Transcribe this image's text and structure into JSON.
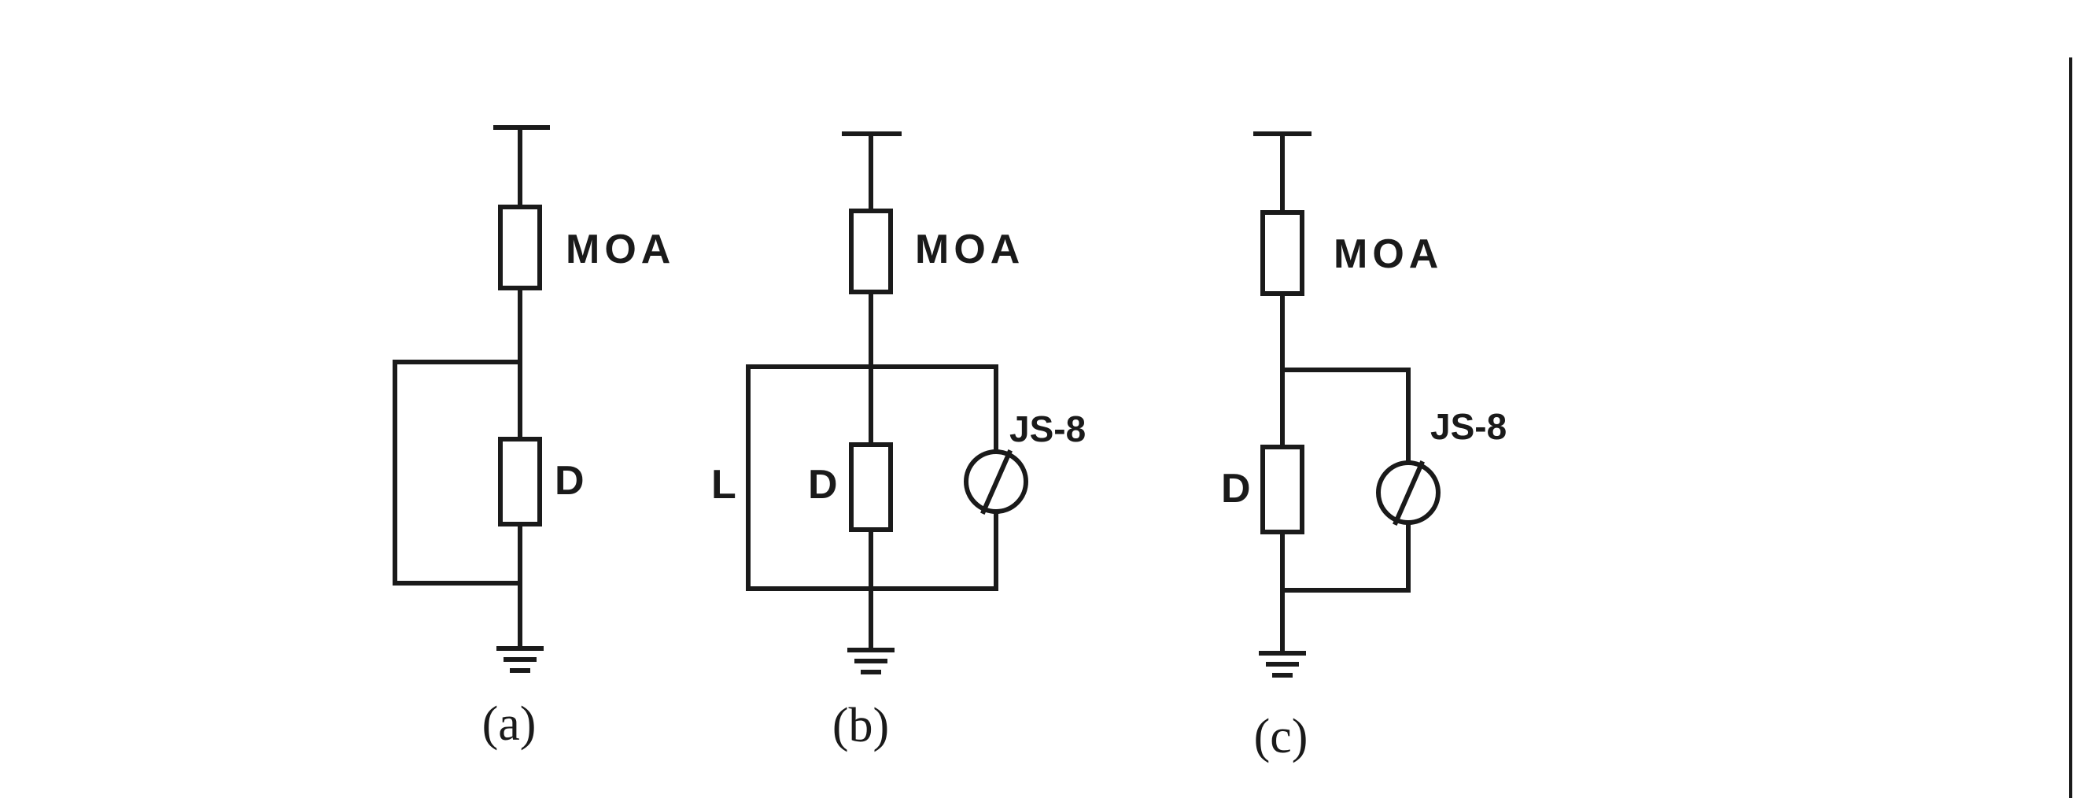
{
  "diagrams": {
    "a": {
      "caption": "(a)",
      "moa_label": "MOA",
      "d_label": "D"
    },
    "b": {
      "caption": "(b)",
      "moa_label": "MOA",
      "d_label": "D",
      "l_label": "L",
      "js_label": "JS-8"
    },
    "c": {
      "caption": "(c)",
      "moa_label": "MOA",
      "d_label": "D",
      "js_label": "JS-8"
    }
  },
  "colors": {
    "line": "#1a1a1a",
    "background": "#ffffff"
  },
  "icons": [
    "ground-icon",
    "counter-icon"
  ]
}
